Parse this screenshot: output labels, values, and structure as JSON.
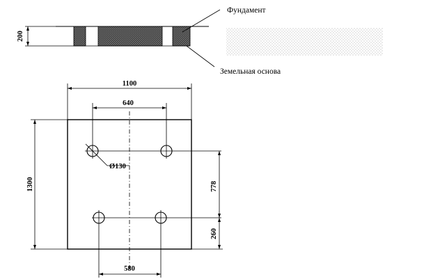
{
  "labels": {
    "foundation": "Фундамент",
    "ground_base": "Земельная основа"
  },
  "dimensions": {
    "foundation_height": "200",
    "plate_width": "1100",
    "top_bolt_spacing": "640",
    "bottom_bolt_spacing": "580",
    "plate_height": "1300",
    "vertical_bolt_spacing": "778",
    "bottom_offset": "260",
    "hole_diameter": "Ø130"
  },
  "colors": {
    "line": "#000000",
    "fill_dark": "#5a5a5a",
    "dots": "#9a9a9a"
  }
}
